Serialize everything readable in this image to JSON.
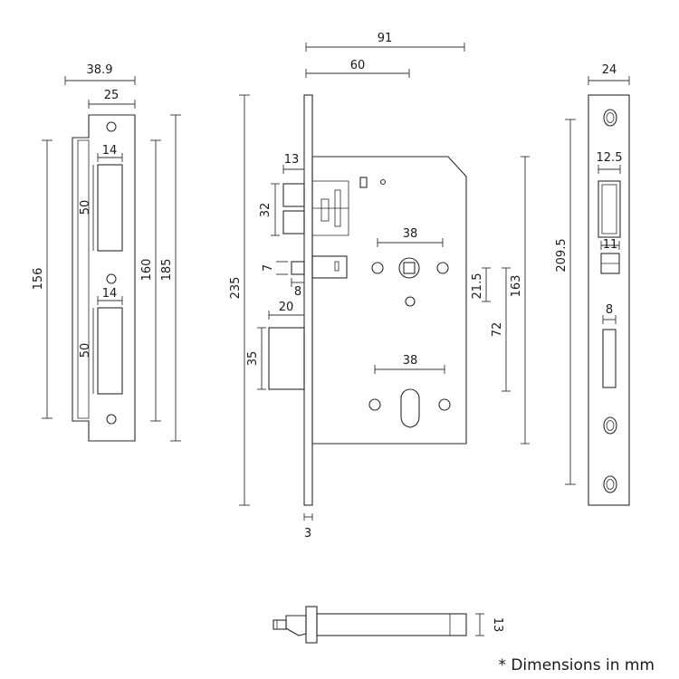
{
  "strike_plate": {
    "width_total": "38.9",
    "width_plate": "25",
    "slot_width_top": "14",
    "slot_height_top": "50",
    "slot_width_bottom": "14",
    "slot_height_bottom": "50",
    "height_inner": "156",
    "height_slots": "160",
    "height_total": "185"
  },
  "lock_body": {
    "width_total": "91",
    "backset": "60",
    "latch_projection": "13",
    "latch_height": "32",
    "anti_friction_height": "7",
    "anti_friction_width": "8",
    "deadbolt_projection": "20",
    "deadbolt_height": "35",
    "height_total": "235",
    "spindle_hole_spacing": "38",
    "cylinder_hole_spacing": "38",
    "spindle_to_case_top": "21.5",
    "centre_distance": "72",
    "case_height": "163",
    "faceplate_thickness": "3"
  },
  "faceplate": {
    "width": "24",
    "latch_slot_width": "12.5",
    "anti_friction_slot_width": "11",
    "deadbolt_slot_width": "8",
    "height": "209.5"
  },
  "top_view": {
    "thickness": "13"
  },
  "footnote": "* Dimensions in mm"
}
